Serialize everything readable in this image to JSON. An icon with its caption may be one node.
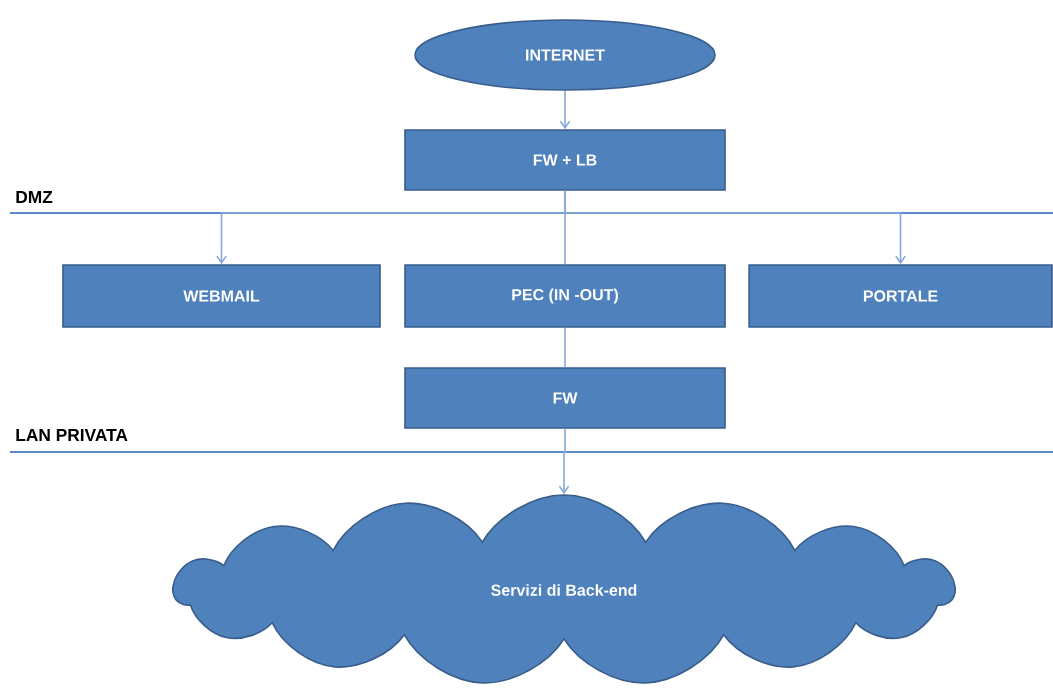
{
  "diagram": {
    "nodes": [
      {
        "text": [
          "INTERNET"
        ]
      },
      {
        "text": [
          "FW + LB"
        ]
      },
      {
        "text": [
          "WEBMAIL"
        ]
      },
      {
        "text": [
          "PEC (IN -OUT)"
        ]
      },
      {
        "text": [
          "PORTALE"
        ]
      },
      {
        "text": [
          "FW"
        ]
      },
      {
        "text": [
          "Servizi di Back-end"
        ]
      }
    ],
    "edges": [
      {
        "from": 0,
        "to": 1,
        "arrow": "to"
      },
      {
        "from": 1,
        "to": 2,
        "arrow": "to"
      },
      {
        "from": 1,
        "to": 3,
        "arrow": "none"
      },
      {
        "from": 1,
        "to": 4,
        "arrow": "to"
      },
      {
        "from": 3,
        "to": 5,
        "arrow": "none"
      },
      {
        "from": 5,
        "to": 6,
        "arrow": "to"
      }
    ],
    "labels": [
      "DMZ",
      "LAN PRIVATA"
    ]
  }
}
